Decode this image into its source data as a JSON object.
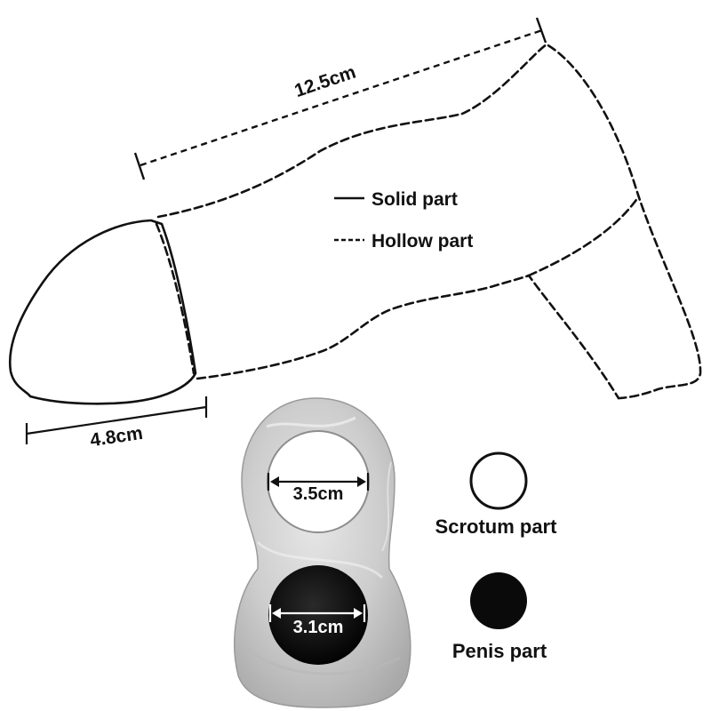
{
  "legend": {
    "solid_label": "Solid part",
    "hollow_label": "Hollow part"
  },
  "dimensions": {
    "length": "12.5cm",
    "tip_width": "4.8cm",
    "upper_hole": "3.5cm",
    "lower_hole": "3.1cm"
  },
  "hole_key": {
    "scrotum_label": "Scrotum part",
    "penis_label": "Penis part"
  },
  "colors": {
    "ink": "#111111",
    "ring_gray": "#cfcfcf",
    "hole_dark": "#0a0a0a"
  }
}
